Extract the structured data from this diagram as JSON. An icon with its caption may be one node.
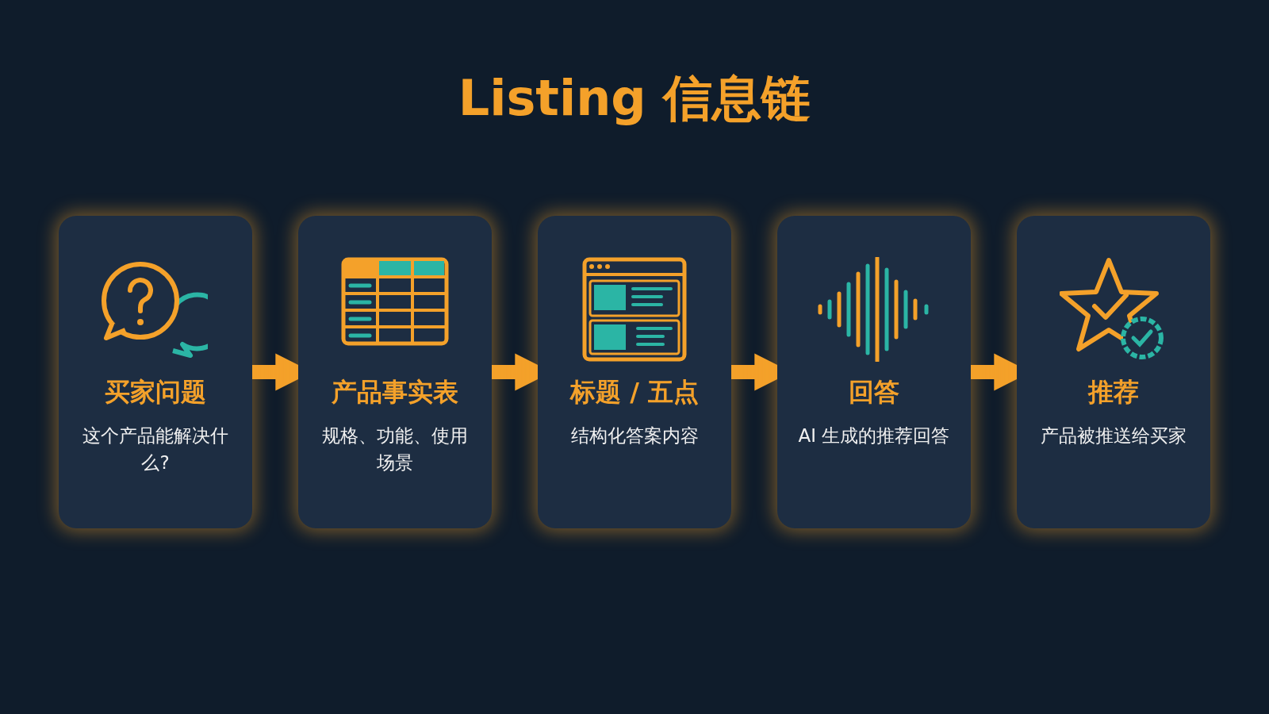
{
  "diagram": {
    "title": "Listing 信息链",
    "nodes": [
      {
        "text": [
          "买家问题",
          "这个产品能解决什么?"
        ]
      },
      {
        "text": [
          "产品事实表",
          "规格、功能、使用场景"
        ]
      },
      {
        "text": [
          "标题 / 五点",
          "结构化答案内容"
        ]
      },
      {
        "text": [
          "回答",
          "AI 生成的推荐回答"
        ]
      },
      {
        "text": [
          "推荐",
          "产品被推送给买家"
        ]
      }
    ],
    "edges": [
      {
        "from": 0,
        "to": 1,
        "arrow": "to"
      },
      {
        "from": 1,
        "to": 2,
        "arrow": "to"
      },
      {
        "from": 2,
        "to": 3,
        "arrow": "to"
      },
      {
        "from": 3,
        "to": 4,
        "arrow": "to"
      }
    ]
  }
}
